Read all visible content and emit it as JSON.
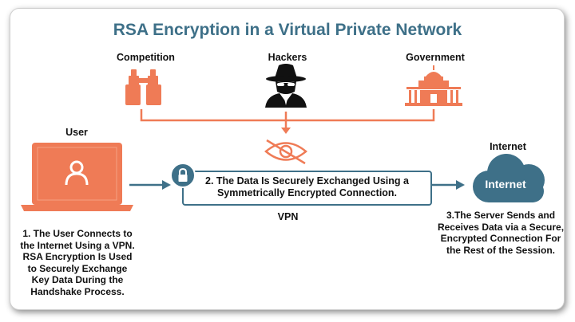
{
  "title": "RSA Encryption in a Virtual Private Network",
  "threats": {
    "competition": "Competition",
    "hackers": "Hackers",
    "government": "Government"
  },
  "user": {
    "label": "User",
    "step": "1. The User Connects to the Internet Using a VPN. RSA Encryption Is Used to Securely Exchange Key Data During the Handshake Process."
  },
  "vpn": {
    "step": "2. The Data Is Securely Exchanged Using a Symmetrically Encrypted Connection.",
    "label": "VPN"
  },
  "internet": {
    "label": "Internet",
    "cloud_text": "Internet",
    "step": "3.The Server Sends and Receives Data via a Secure, Encrypted Connection For the Rest of the Session."
  },
  "colors": {
    "accent": "#ef7b56",
    "primary": "#3e7088",
    "background": "#ffffff"
  },
  "icons": [
    "binoculars-icon",
    "hacker-icon",
    "government-building-icon",
    "laptop-user-icon",
    "lock-icon",
    "blocked-eye-icon",
    "cloud-icon"
  ]
}
